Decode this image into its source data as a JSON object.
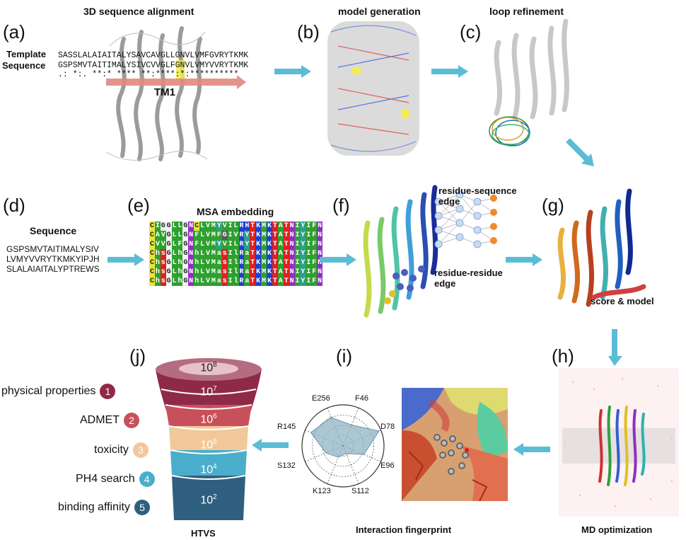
{
  "panels": {
    "a": {
      "letter": "(a)",
      "title": "3D sequence alignment",
      "template_label": "Template",
      "sequence_label": "Sequence",
      "template_seq": "SASSLALAIAITALYSAVCAVGLLGNVLVMFGVRYTKMK",
      "query_seq": "GSPSMVTAITIMALYSIVCVVGLFGNVLVMYVVRYTKMK",
      "consensus": ".: *:. **:* **** **:****:*:**********",
      "tm_label": "TM1"
    },
    "b": {
      "letter": "(b)",
      "title": "model generation"
    },
    "c": {
      "letter": "(c)",
      "title": "loop refinement"
    },
    "d": {
      "letter": "(d)",
      "title": "Sequence",
      "lines": [
        "GSPSMVTAITIMALYSIV",
        "LVMYVVRYTKMKYIPJH",
        "SLALAIAITALYPTREWS"
      ]
    },
    "e": {
      "letter": "(e)",
      "title": "MSA embedding"
    },
    "f": {
      "letter": "(f)",
      "edge1": "residue-sequence",
      "edge1b": "edge",
      "edge2": "residue-residue",
      "edge2b": "edge"
    },
    "g": {
      "letter": "(g)",
      "caption": "score & model"
    },
    "h": {
      "letter": "(h)",
      "caption": "MD optimization"
    },
    "i": {
      "letter": "(i)",
      "caption": "Interaction fingerprint",
      "radar_axes": [
        "E256",
        "F46",
        "D78",
        "E96",
        "S112",
        "K123",
        "S132",
        "R145"
      ],
      "radar_values": [
        0.75,
        0.55,
        0.95,
        0.55,
        0.2,
        0.3,
        0.45,
        0.85
      ]
    },
    "j": {
      "letter": "(j)",
      "caption": "HTVS",
      "tiers": [
        {
          "base": "10",
          "exp": "8"
        },
        {
          "base": "10",
          "exp": "7",
          "label": "physical properties",
          "num": "1",
          "color": "#8e2a48"
        },
        {
          "base": "10",
          "exp": "6",
          "label": "ADMET",
          "num": "2",
          "color": "#c8505a"
        },
        {
          "base": "10",
          "exp": "5",
          "label": "toxicity",
          "num": "3",
          "color": "#f2c89a"
        },
        {
          "base": "10",
          "exp": "4",
          "label": "PH4 search",
          "num": "4",
          "color": "#4aaecb"
        },
        {
          "base": "10",
          "exp": "2",
          "label": "binding affinity",
          "num": "5",
          "color": "#2f5f7f"
        }
      ]
    }
  },
  "msa_rows": [
    "CIGGLLGNCLVMYVILRHTKMKTATNIYIFN",
    "CAVGLLGNFLVMFGIVRYTKMKTATNIYIFN",
    "CVVGLFGNFLVMYVILRYTKMKTATNIYIFN",
    "ChsGLhGNhLVMasIlRaTKMKTATNIYIFN",
    "ChsGLhGNhLVMasIlRaTKMKTATNIYIFN",
    "ChsGLhGNhLVMasIlRaTKMKTATNIYIFN",
    "ChsGLhGNhLVMasIlRaTKMKTATNIYIFN"
  ],
  "colors": {
    "arrow": "#5bbcd6",
    "accent": "#e08a80"
  }
}
